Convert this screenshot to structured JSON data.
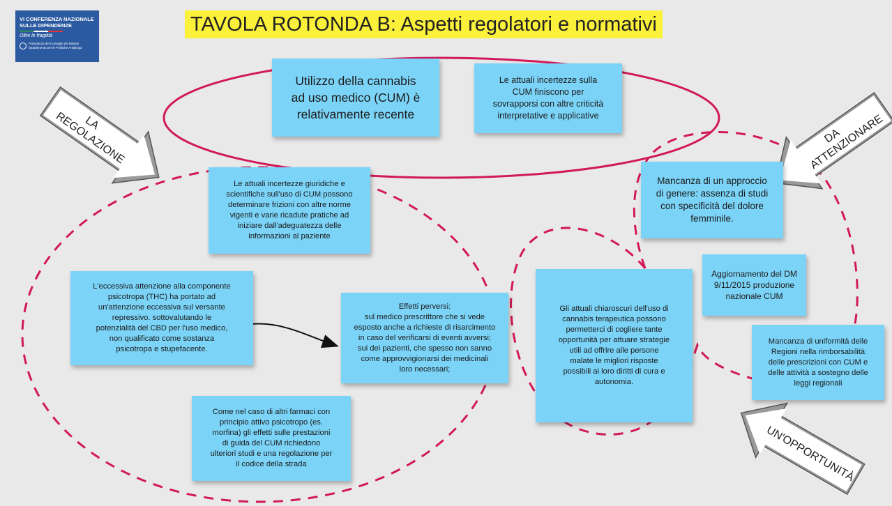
{
  "logo": {
    "conference_line1": "VI CONFERENZA NAZIONALE",
    "conference_line2": "SULLE DIPENDENZE",
    "tagline": "Oltre le fragilità",
    "institution_line1": "Presidenza del Consiglio dei Ministri",
    "institution_line2": "Dipartimento per le Politiche Antidroga"
  },
  "title": "TAVOLA ROTONDA B: Aspetti regolatori e normativi",
  "arrows": {
    "left_line1": "LA",
    "left_line2": "REGOLAZIONE",
    "right_top_line1": "DA",
    "right_top_line2": "ATTENZIONARE",
    "right_bottom": "UN'OPPORTUNITÀ"
  },
  "notes": {
    "cum_recent": [
      "Utilizzo della cannabis",
      "ad uso medico (CUM) è",
      "relativamente recente"
    ],
    "uncertainties_overlap": [
      "Le attuali incertezze sulla",
      "CUM finiscono per",
      "sovrapporsi con altre criticità",
      "interpretative e applicative"
    ],
    "legal_frictions": [
      "Le attuali incertezze giuridiche e",
      "scientifiche sull'uso di CUM possono",
      "determinare frizioni con altre norme",
      "vigenti e varie ricadute pratiche ad",
      "iniziare dall'adeguatezza delle",
      "informazioni al paziente"
    ],
    "thc_attention": [
      "L'eccessiva attenzione alla componente",
      "psicotropa (THC)  ha portato ad",
      "un'attenzione eccessiva sul versante",
      "repressivo. sottovalutando le",
      "potenzialità del CBD per l'uso medico,",
      "non qualificato come sostanza",
      "psicotropa e stupefacente."
    ],
    "perverse_effects": [
      "Effetti perversi:",
      "sul medico prescrittore che si vede",
      "esposto anche a richieste di risarcimento",
      "in caso del verificarsi di eventi avversi;",
      "sui dei pazienti, che spesso non sanno",
      "come approvvigionarsi dei medicinali",
      "loro necessari;"
    ],
    "driving": [
      "Come nel caso di altri farmaci con",
      "principio attivo psicotropo (es.",
      "morfina) gli effetti sulle prestazioni",
      "di guida del CUM richiedono",
      "ulteriori studi e una regolazione per",
      "il codice della strada"
    ],
    "gender_approach": [
      "Mancanza di un approccio",
      "di genere: assenza di studi",
      "con specificità del dolore",
      "femminile."
    ],
    "dm_update": [
      "Aggiornamento del DM",
      "9/11/2015 produzione",
      "nazionale CUM"
    ],
    "opportunities": [
      "Gli attuali chiaroscuri dell'uso di",
      "cannabis terapeutica possono",
      "permetterci di cogliere tante",
      "opportunità per attuare strategie",
      "utili ad offrire alle persone",
      "malate le migliori risposte",
      "possibili ai loro diritti di cura e",
      "autonomia."
    ],
    "regional_uniformity": [
      "Mancanza di uniformità delle",
      "Regioni nella rimborsabilità",
      "delle prescrizioni con CUM e",
      "delle attività a sostegno delle",
      "leggi regionali"
    ]
  },
  "colors": {
    "sticky_note": "#7bd3f7",
    "title_highlight": "#fbf03a",
    "ellipse_stroke": "#d1185a",
    "dashed_stroke": "#d1185a",
    "arrow_fill": "#9a9a9a",
    "board_background": "#e9e9e9"
  }
}
